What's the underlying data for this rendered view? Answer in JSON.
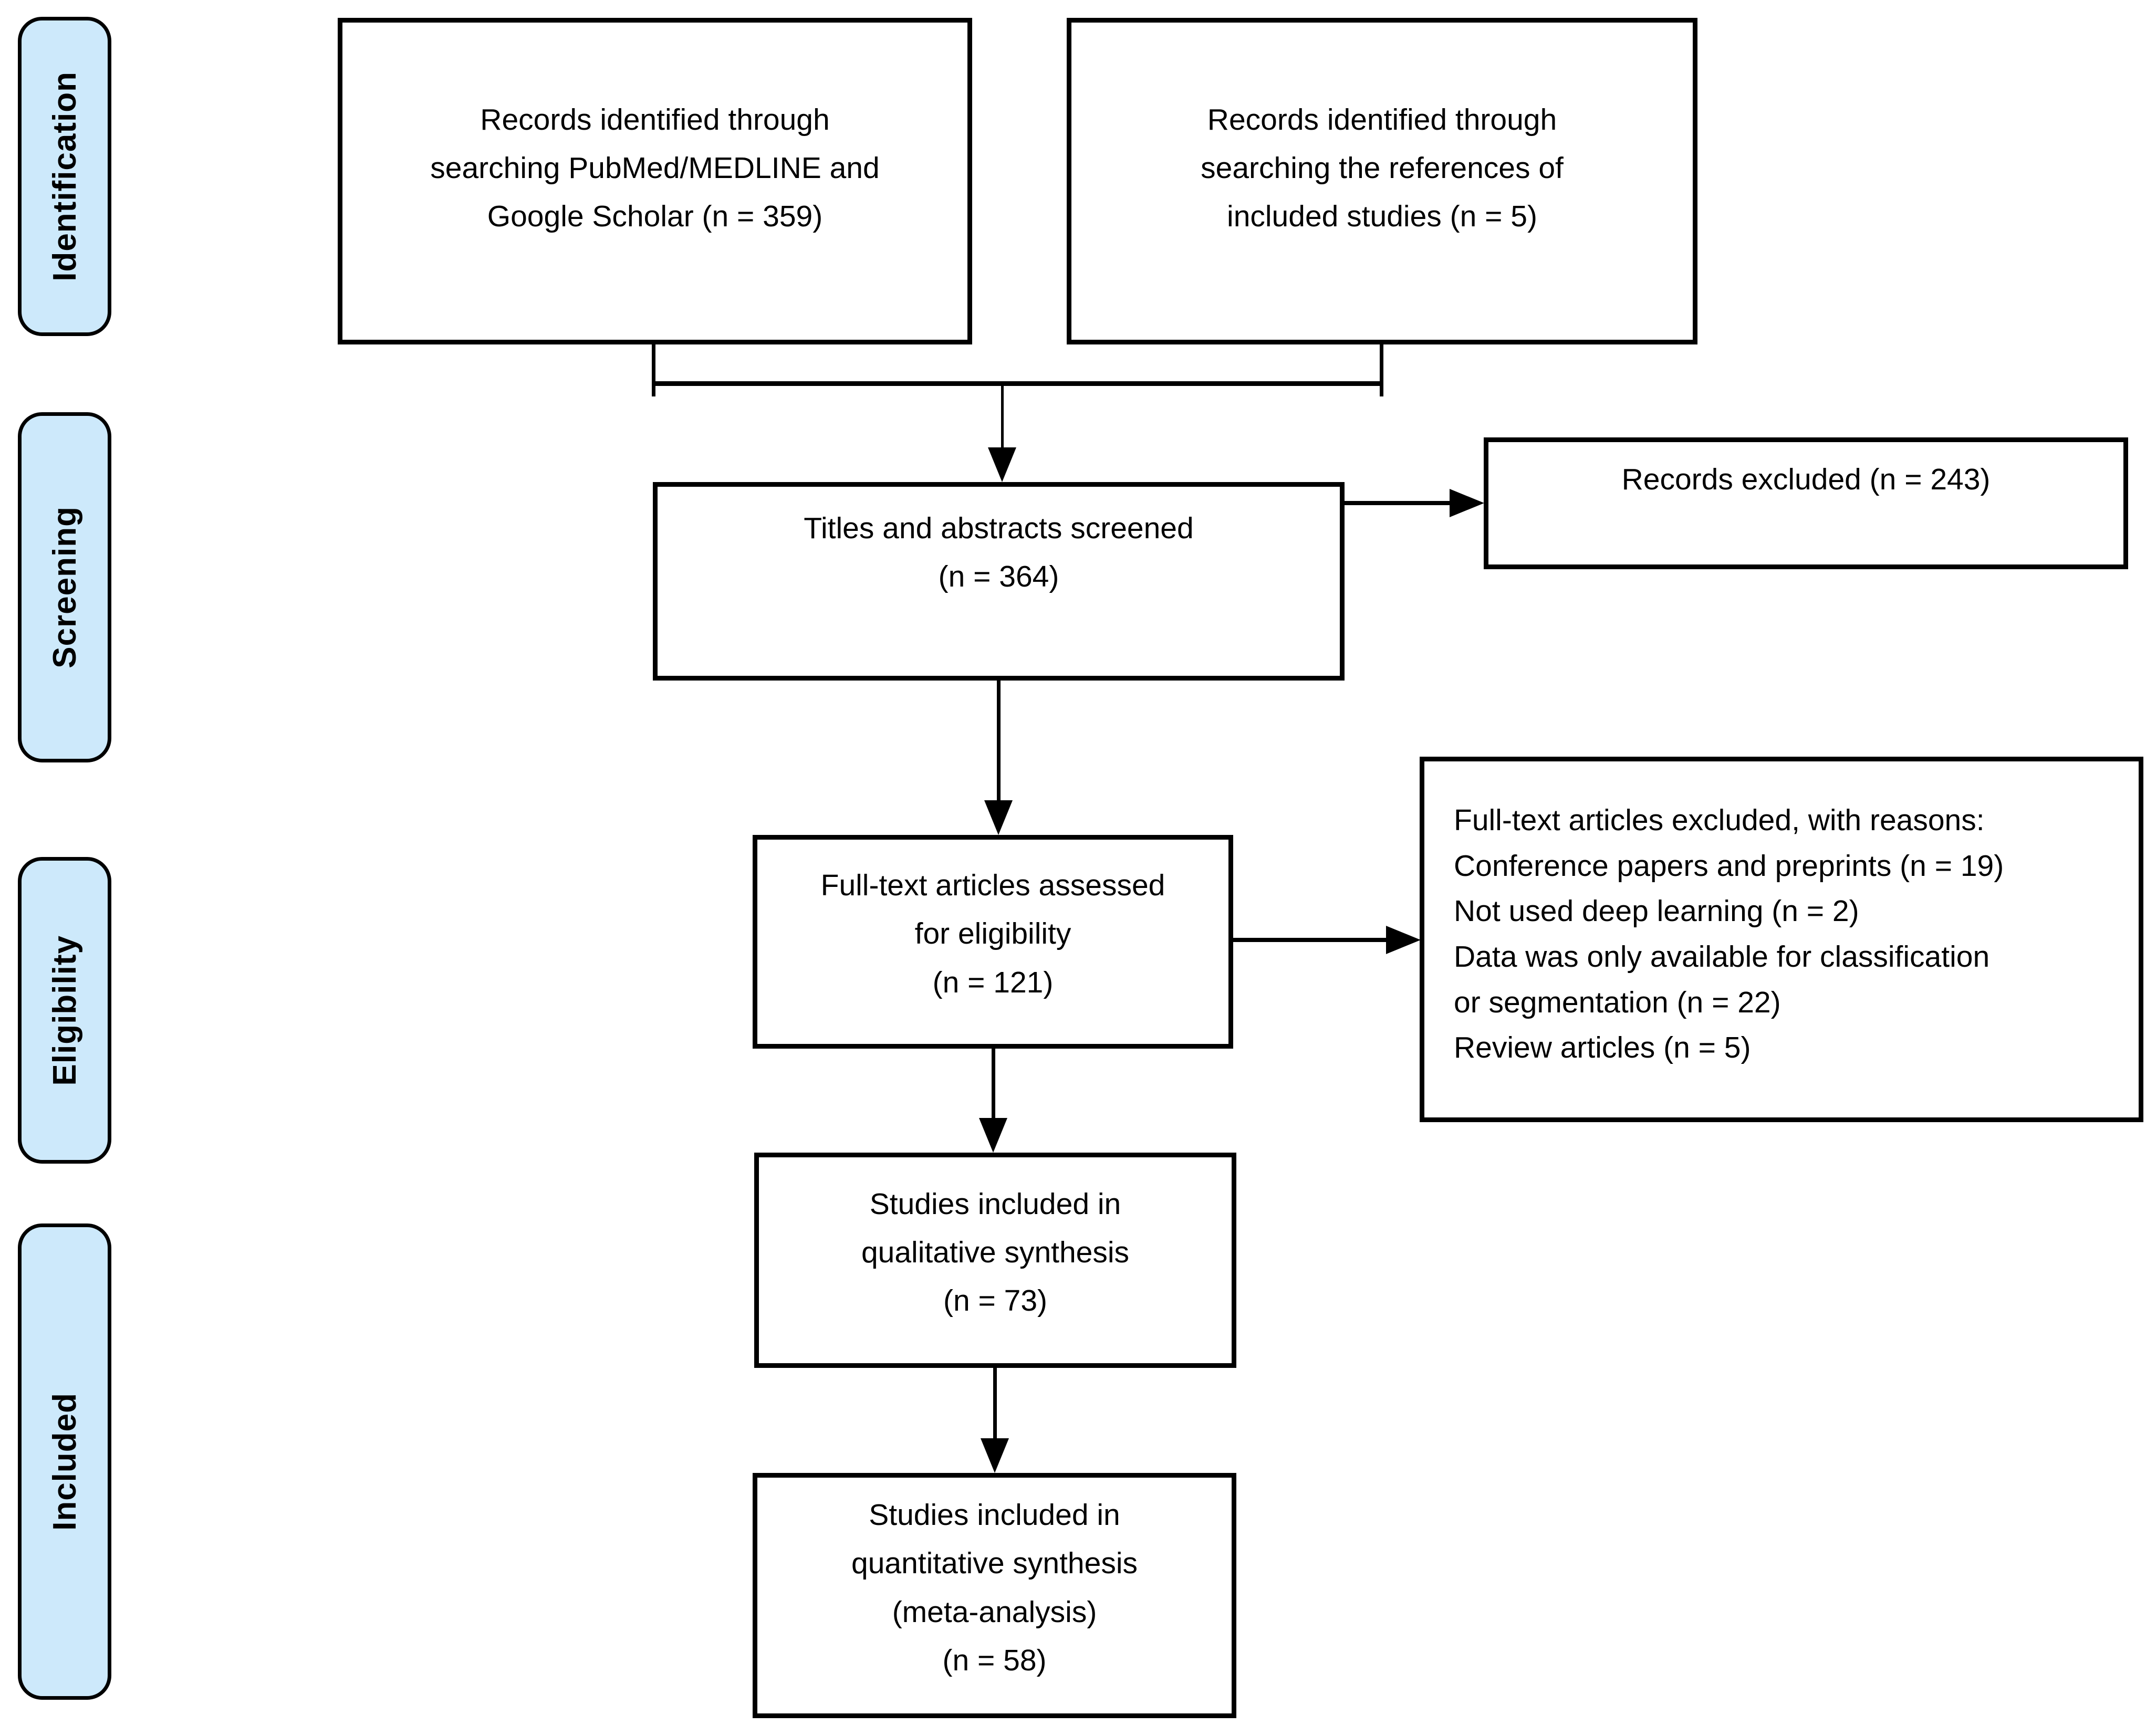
{
  "colors": {
    "stage_fill": "#cde9fb",
    "ink": "#000000",
    "background": "#ffffff"
  },
  "stages": [
    {
      "label": "Identification"
    },
    {
      "label": "Screening"
    },
    {
      "label": "Eligibility"
    },
    {
      "label": "Included"
    }
  ],
  "boxes": {
    "search": {
      "lines": [
        "Records identified through",
        "searching PubMed/MEDLINE and",
        "Google Scholar (n = 359)"
      ]
    },
    "references": {
      "lines": [
        "Records identified through",
        "searching the references of",
        "included studies (n = 5)"
      ]
    },
    "screened": {
      "lines": [
        "Titles and abstracts screened",
        "(n = 364)"
      ]
    },
    "records_excluded": {
      "lines": [
        "Records excluded (n = 243)"
      ]
    },
    "fulltext_assessed": {
      "lines": [
        "Full-text articles assessed",
        "for eligibility",
        "(n = 121)"
      ]
    },
    "fulltext_excluded": {
      "lines": [
        "Full-text articles excluded, with reasons:",
        "Conference papers and preprints (n = 19)",
        "Not used deep learning (n = 2)",
        "Data was only available for classification",
        "or segmentation (n = 22)",
        "Review articles (n = 5)"
      ]
    },
    "qualitative": {
      "lines": [
        "Studies included in",
        "qualitative synthesis",
        "(n = 73)"
      ]
    },
    "quantitative": {
      "lines": [
        "Studies included in",
        "quantitative synthesis",
        "(meta-analysis)",
        "(n = 58)"
      ]
    }
  }
}
